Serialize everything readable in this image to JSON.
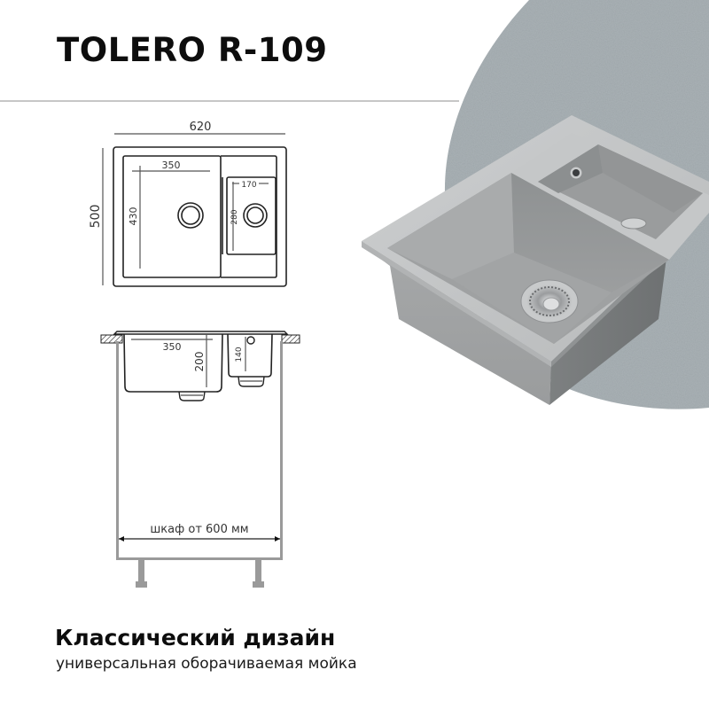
{
  "header": {
    "title": "TOLERO R-109"
  },
  "colors": {
    "background": "#ffffff",
    "blob": "#a9b1b5",
    "sink_light": "#c4c6c7",
    "sink_mid": "#a4a6a7",
    "sink_dark": "#7e8182",
    "drawing_stroke": "#222222",
    "cabinet_gray": "#9a9a9a"
  },
  "top_view": {
    "width_label": "620",
    "height_label": "500",
    "big_bowl_width_label": "350",
    "big_bowl_length_label": "430",
    "small_bowl_width_label": "170",
    "small_bowl_length_label": "280"
  },
  "side_view": {
    "big_bowl_width_label": "350",
    "big_bowl_depth_label": "200",
    "small_bowl_depth_label": "140",
    "cabinet_label": "шкаф от 600 мм"
  },
  "product_image": {
    "icon": "sink-3d-render"
  },
  "footer": {
    "headline": "Классический дизайн",
    "subline": "универсальная оборачиваемая мойка"
  }
}
